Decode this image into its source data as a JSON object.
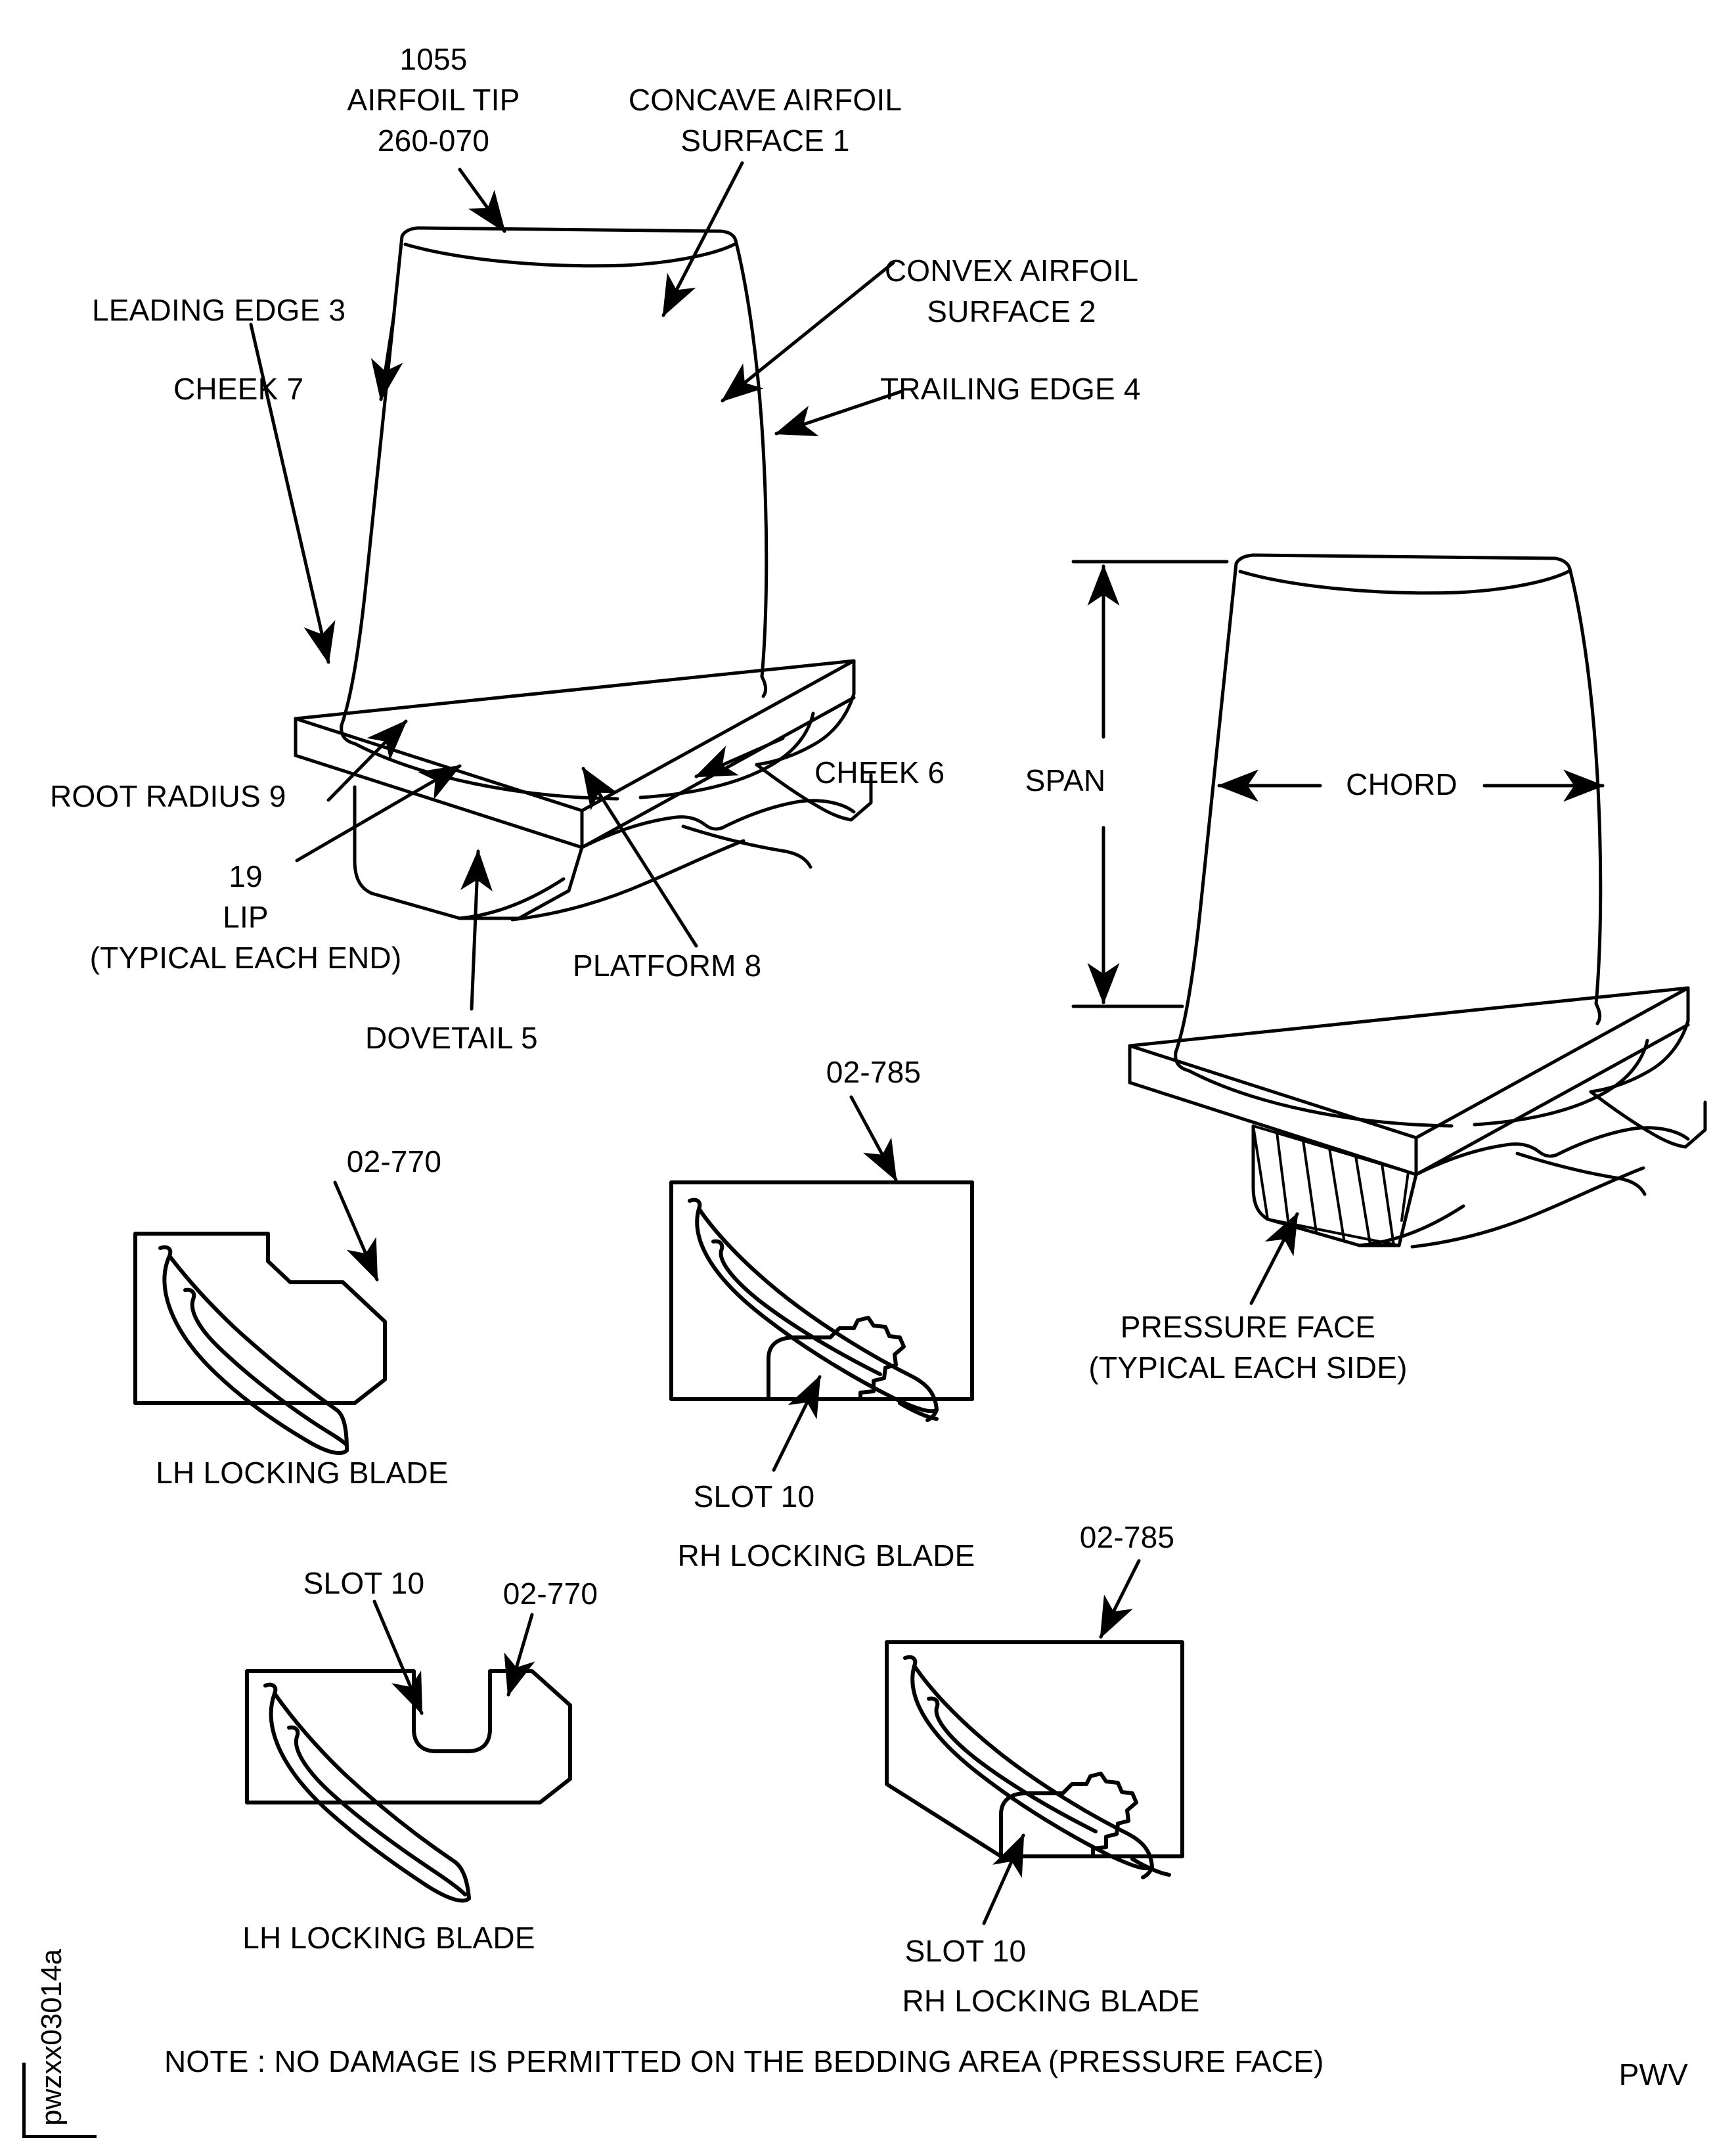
{
  "document": {
    "side_code": "pwzxx03014a",
    "corner_code": "PWV",
    "note": "NOTE : NO DAMAGE IS PERMITTED ON THE BEDDING AREA (PRESSURE FACE)"
  },
  "main_view": {
    "labels": {
      "airfoil_tip_num": "1055",
      "airfoil_tip": "AIRFOIL TIP",
      "airfoil_tip_code": "260-070",
      "concave_l1": "CONCAVE AIRFOIL",
      "concave_l2": "SURFACE 1",
      "convex_l1": "CONVEX AIRFOIL",
      "convex_l2": "SURFACE 2",
      "trailing_edge": "TRAILING EDGE 4",
      "leading_edge": "LEADING EDGE 3",
      "cheek7": "CHEEK 7",
      "cheek6": "CHEEK 6",
      "root_radius": "ROOT RADIUS 9",
      "lip_num": "19",
      "lip": "LIP",
      "lip_typ": "(TYPICAL EACH END)",
      "platform": "PLATFORM 8",
      "dovetail": "DOVETAIL 5"
    }
  },
  "dimension_view": {
    "labels": {
      "span": "SPAN",
      "chord": "CHORD",
      "pressure_face_l1": "PRESSURE FACE",
      "pressure_face_l2": "(TYPICAL EACH SIDE)"
    }
  },
  "sections": [
    {
      "id": "lh-top",
      "part_number": "02-770",
      "caption": "LH LOCKING BLADE",
      "slot_label": null
    },
    {
      "id": "rh-top",
      "part_number": "02-785",
      "caption": "RH LOCKING BLADE",
      "slot_label": "SLOT 10"
    },
    {
      "id": "lh-bottom",
      "part_number": "02-770",
      "caption": "LH LOCKING BLADE",
      "slot_label": "SLOT 10"
    },
    {
      "id": "rh-bottom",
      "part_number": "02-785",
      "caption": "RH LOCKING BLADE",
      "slot_label": "SLOT 10"
    }
  ],
  "colors": {
    "line": "#000000",
    "background": "#ffffff"
  }
}
